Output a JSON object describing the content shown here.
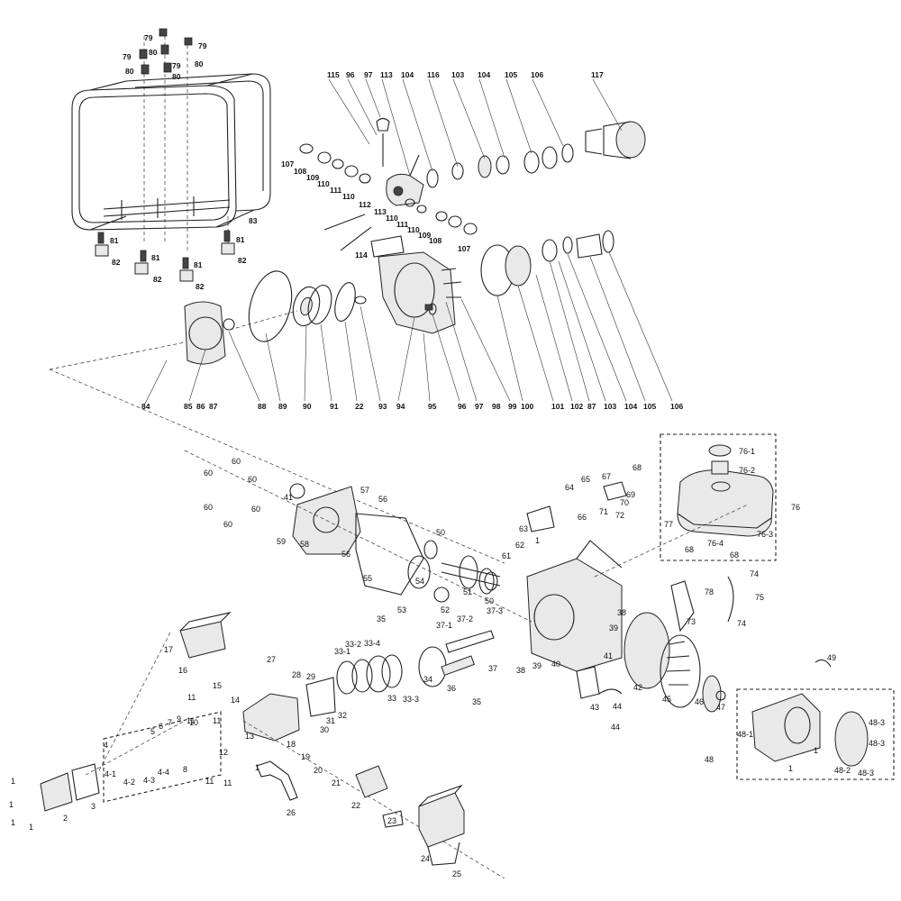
{
  "diagram": {
    "callouts": [
      "79",
      "79",
      "80",
      "79",
      "80",
      "79",
      "80",
      "80",
      "83",
      "81",
      "82",
      "81",
      "82",
      "81",
      "82",
      "81",
      "82",
      "115",
      "96",
      "97",
      "113",
      "104",
      "116",
      "103",
      "104",
      "105",
      "106",
      "117",
      "107",
      "108",
      "109",
      "110",
      "111",
      "110",
      "112",
      "113",
      "110",
      "111",
      "110",
      "109",
      "108",
      "107",
      "114",
      "84",
      "85",
      "86",
      "87",
      "88",
      "89",
      "90",
      "91",
      "22",
      "93",
      "94",
      "95",
      "96",
      "97",
      "98",
      "99",
      "100",
      "101",
      "102",
      "87",
      "103",
      "104",
      "105",
      "106",
      "60",
      "60",
      "60",
      "60",
      "60",
      "60",
      "41",
      "57",
      "56",
      "59",
      "58",
      "56",
      "55",
      "50",
      "54",
      "51",
      "50",
      "52",
      "53",
      "68",
      "65",
      "67",
      "64",
      "69",
      "70",
      "66",
      "71",
      "72",
      "63",
      "61",
      "62",
      "1",
      "76-1",
      "76-2",
      "76",
      "77",
      "76-4",
      "68",
      "76-3",
      "68",
      "78",
      "73",
      "74",
      "75",
      "74",
      "35",
      "37-1",
      "37-2",
      "37-3",
      "33-1",
      "33-2",
      "33-4",
      "34",
      "36",
      "35",
      "37",
      "38",
      "39",
      "40",
      "38",
      "39",
      "41",
      "42",
      "17",
      "16",
      "15",
      "14",
      "27",
      "28",
      "29",
      "30",
      "31",
      "32",
      "33",
      "33-3",
      "13",
      "12",
      "18",
      "19",
      "20",
      "11",
      "11",
      "11",
      "11",
      "11",
      "10",
      "9",
      "8",
      "7",
      "6",
      "5",
      "4",
      "4-1",
      "4-2",
      "4-3",
      "4-4",
      "3",
      "2",
      "1",
      "1",
      "1",
      "1",
      "26",
      "1",
      "21",
      "22",
      "23",
      "24",
      "25",
      "43",
      "44",
      "44",
      "45",
      "46",
      "47",
      "49",
      "48",
      "48-1",
      "48-2",
      "48-3",
      "48-3",
      "48-3",
      "1",
      "1"
    ]
  }
}
